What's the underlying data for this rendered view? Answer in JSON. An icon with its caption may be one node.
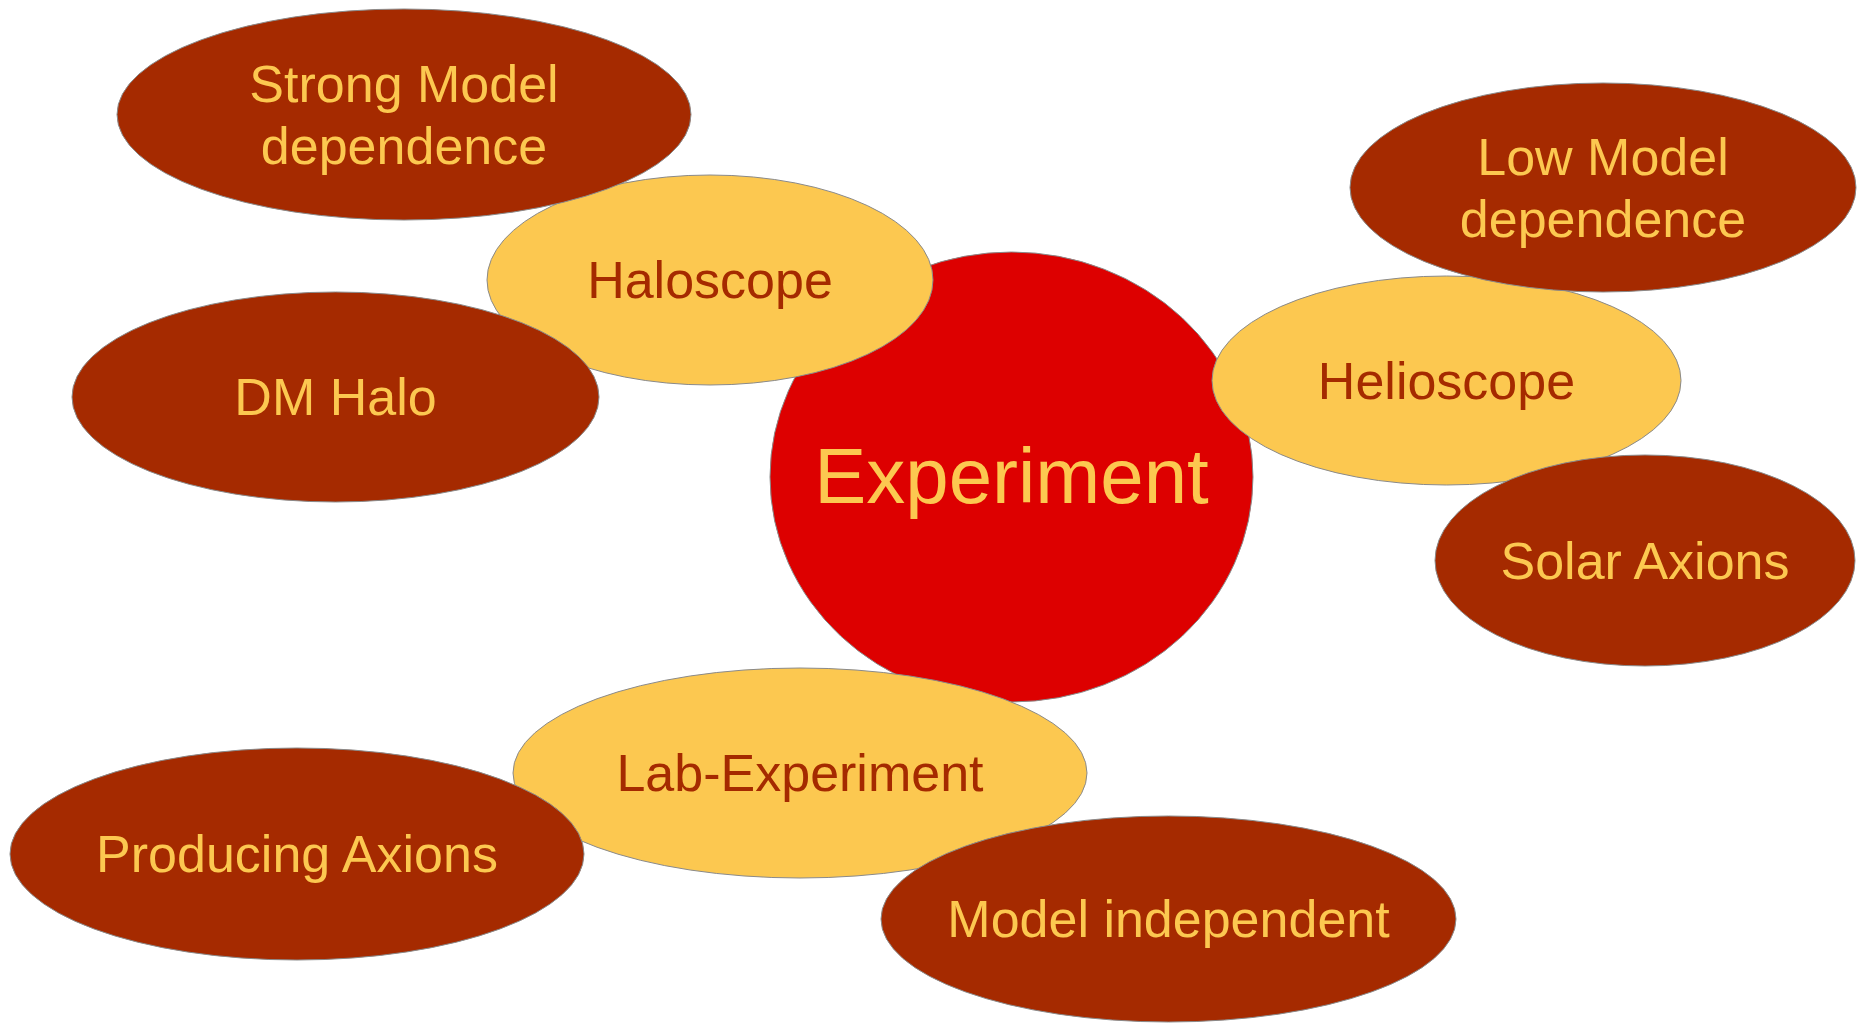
{
  "diagram": {
    "nodes": [
      {
        "text": [
          "Experiment"
        ]
      },
      {
        "text": [
          "Haloscope"
        ]
      },
      {
        "text": [
          "Strong Model dependence"
        ]
      },
      {
        "text": [
          "DM Halo"
        ]
      },
      {
        "text": [
          "Helioscope"
        ]
      },
      {
        "text": [
          "Low Model dependence"
        ]
      },
      {
        "text": [
          "Solar Axions"
        ]
      },
      {
        "text": [
          "Lab-Experiment"
        ]
      },
      {
        "text": [
          "Producing Axions"
        ]
      },
      {
        "text": [
          "Model independent"
        ]
      }
    ]
  }
}
